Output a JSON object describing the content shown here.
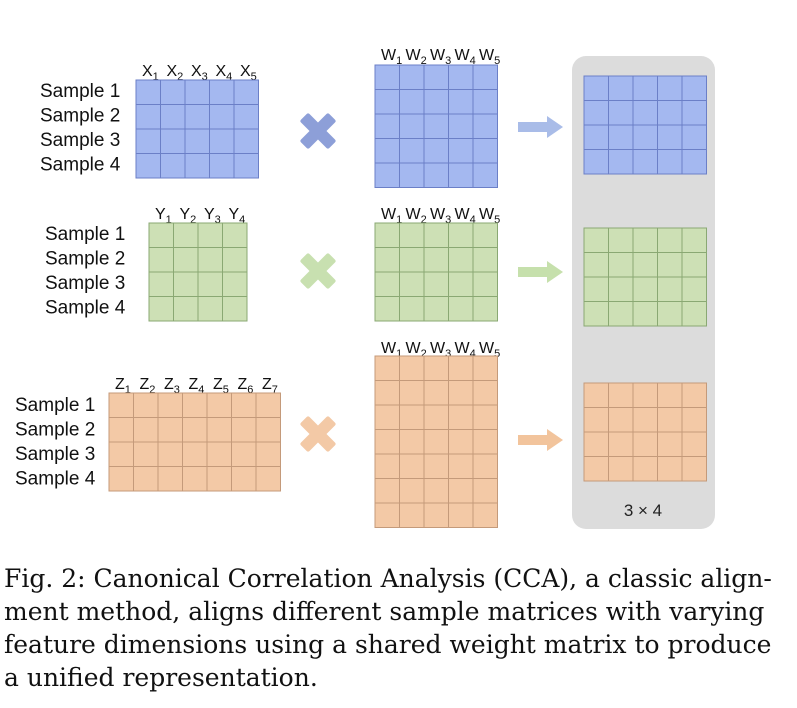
{
  "rows": [
    {
      "id": "x",
      "feature_labels": [
        {
          "letter": "X",
          "sub": "1"
        },
        {
          "letter": "X",
          "sub": "2"
        },
        {
          "letter": "X",
          "sub": "3"
        },
        {
          "letter": "X",
          "sub": "4"
        },
        {
          "letter": "X",
          "sub": "5"
        }
      ],
      "sample_labels": [
        "Sample 1",
        "Sample 2",
        "Sample 3",
        "Sample 4"
      ],
      "input_matrix": {
        "rows": 4,
        "cols": 5
      },
      "weight_labels": [
        {
          "letter": "W",
          "sub": "1"
        },
        {
          "letter": "W",
          "sub": "2"
        },
        {
          "letter": "W",
          "sub": "3"
        },
        {
          "letter": "W",
          "sub": "4"
        },
        {
          "letter": "W",
          "sub": "5"
        }
      ],
      "weight_matrix": {
        "rows": 5,
        "cols": 5
      },
      "output_matrix": {
        "rows": 4,
        "cols": 5
      },
      "fill": "#a4b8f0",
      "stroke": "#6b7fc7",
      "multiply_color": "#8d9fd8",
      "arrow_color": "#a9bce8"
    },
    {
      "id": "y",
      "feature_labels": [
        {
          "letter": "Y",
          "sub": "1"
        },
        {
          "letter": "Y",
          "sub": "2"
        },
        {
          "letter": "Y",
          "sub": "3"
        },
        {
          "letter": "Y",
          "sub": "4"
        }
      ],
      "sample_labels": [
        "Sample 1",
        "Sample 2",
        "Sample 3",
        "Sample 4"
      ],
      "input_matrix": {
        "rows": 4,
        "cols": 4
      },
      "weight_labels": [
        {
          "letter": "W",
          "sub": "1"
        },
        {
          "letter": "W",
          "sub": "2"
        },
        {
          "letter": "W",
          "sub": "3"
        },
        {
          "letter": "W",
          "sub": "4"
        },
        {
          "letter": "W",
          "sub": "5"
        }
      ],
      "weight_matrix": {
        "rows": 4,
        "cols": 5
      },
      "output_matrix": {
        "rows": 4,
        "cols": 5
      },
      "fill": "#cde0b5",
      "stroke": "#8aa873",
      "multiply_color": "#c8e0b0",
      "arrow_color": "#c6e0ac"
    },
    {
      "id": "z",
      "feature_labels": [
        {
          "letter": "Z",
          "sub": "1"
        },
        {
          "letter": "Z",
          "sub": "2"
        },
        {
          "letter": "Z",
          "sub": "3"
        },
        {
          "letter": "Z",
          "sub": "4"
        },
        {
          "letter": "Z",
          "sub": "5"
        },
        {
          "letter": "Z",
          "sub": "6"
        },
        {
          "letter": "Z",
          "sub": "7"
        }
      ],
      "sample_labels": [
        "Sample 1",
        "Sample 2",
        "Sample 3",
        "Sample 4"
      ],
      "input_matrix": {
        "rows": 4,
        "cols": 7
      },
      "weight_labels": [
        {
          "letter": "W",
          "sub": "1"
        },
        {
          "letter": "W",
          "sub": "2"
        },
        {
          "letter": "W",
          "sub": "3"
        },
        {
          "letter": "W",
          "sub": "4"
        },
        {
          "letter": "W",
          "sub": "5"
        }
      ],
      "weight_matrix": {
        "rows": 7,
        "cols": 5
      },
      "output_matrix": {
        "rows": 4,
        "cols": 5
      },
      "fill": "#f3c9a6",
      "stroke": "#c49a7a",
      "multiply_color": "#f3c9a6",
      "arrow_color": "#f2c49c"
    }
  ],
  "output_panel": {
    "label": "3 × 4",
    "fill": "#dcdcdc"
  },
  "caption": {
    "lines": [
      "Fig. 2: Canonical Correlation Analysis (CCA), a classic align-",
      "ment method, aligns different sample matrices with varying",
      "feature dimensions using a shared weight matrix to produce",
      "a unified representation."
    ]
  }
}
